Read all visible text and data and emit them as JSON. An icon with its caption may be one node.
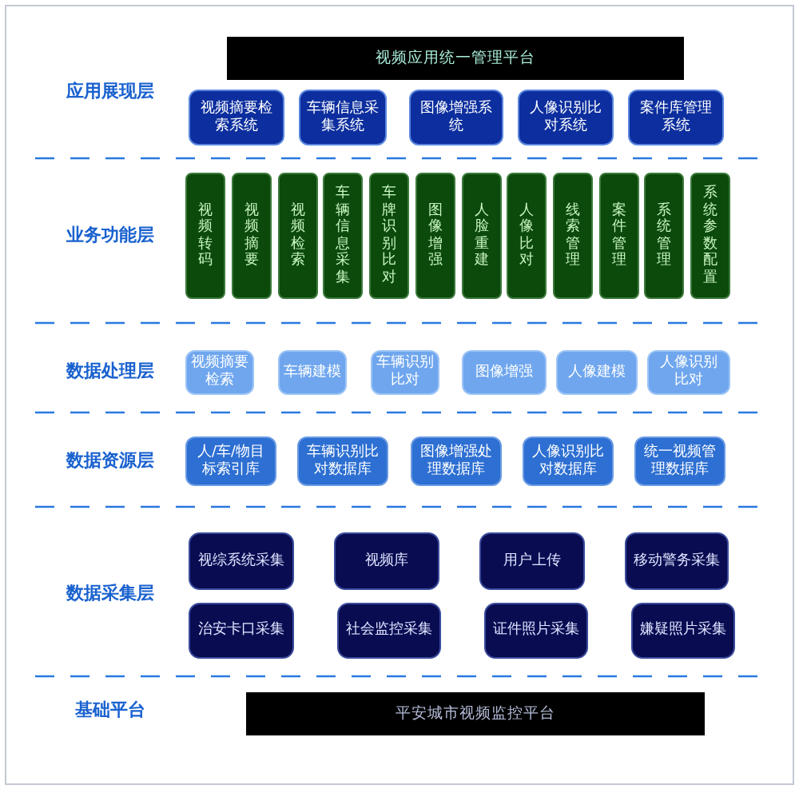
{
  "diagram": {
    "nodes": [
      {
        "text": [
          "视频应用统一管理平台"
        ]
      },
      {
        "text": [
          "视频摘要检索系统"
        ]
      },
      {
        "text": [
          "车辆信息采集系统"
        ]
      },
      {
        "text": [
          "图像增强系统"
        ]
      },
      {
        "text": [
          "人像识别比对系统"
        ]
      },
      {
        "text": [
          "案件库管理系统"
        ]
      },
      {
        "text": [
          "视频转码"
        ]
      },
      {
        "text": [
          "视频摘要"
        ]
      },
      {
        "text": [
          "视频检索"
        ]
      },
      {
        "text": [
          "车辆信息采集"
        ]
      },
      {
        "text": [
          "车牌识别比对"
        ]
      },
      {
        "text": [
          "图像增强"
        ]
      },
      {
        "text": [
          "人脸重建"
        ]
      },
      {
        "text": [
          "人像比对"
        ]
      },
      {
        "text": [
          "线索管理"
        ]
      },
      {
        "text": [
          "案件管理"
        ]
      },
      {
        "text": [
          "系统管理"
        ]
      },
      {
        "text": [
          "系统参数配置"
        ]
      },
      {
        "text": [
          "视频摘要检索"
        ]
      },
      {
        "text": [
          "车辆建模"
        ]
      },
      {
        "text": [
          "车辆识别比对"
        ]
      },
      {
        "text": [
          "图像增强"
        ]
      },
      {
        "text": [
          "人像建模"
        ]
      },
      {
        "text": [
          "人像识别比对"
        ]
      },
      {
        "text": [
          "人/车/物目标索引库"
        ]
      },
      {
        "text": [
          "车辆识别比对数据库"
        ]
      },
      {
        "text": [
          "图像增强处理数据库"
        ]
      },
      {
        "text": [
          "人像识别比对数据库"
        ]
      },
      {
        "text": [
          "统一视频管理数据库"
        ]
      },
      {
        "text": [
          "视综系统采集"
        ]
      },
      {
        "text": [
          "视频库"
        ]
      },
      {
        "text": [
          "用户上传"
        ]
      },
      {
        "text": [
          "移动警务采集"
        ]
      },
      {
        "text": [
          "治安卡口采集"
        ]
      },
      {
        "text": [
          "社会监控采集"
        ]
      },
      {
        "text": [
          "证件照片采集"
        ]
      },
      {
        "text": [
          "嫌疑照片采集"
        ]
      },
      {
        "text": [
          "平安城市视频监控平台"
        ]
      }
    ],
    "labels": [
      "应用展现层",
      "业务功能层",
      "数据处理层",
      "数据资源层",
      "数据采集层",
      "基础平台"
    ]
  }
}
